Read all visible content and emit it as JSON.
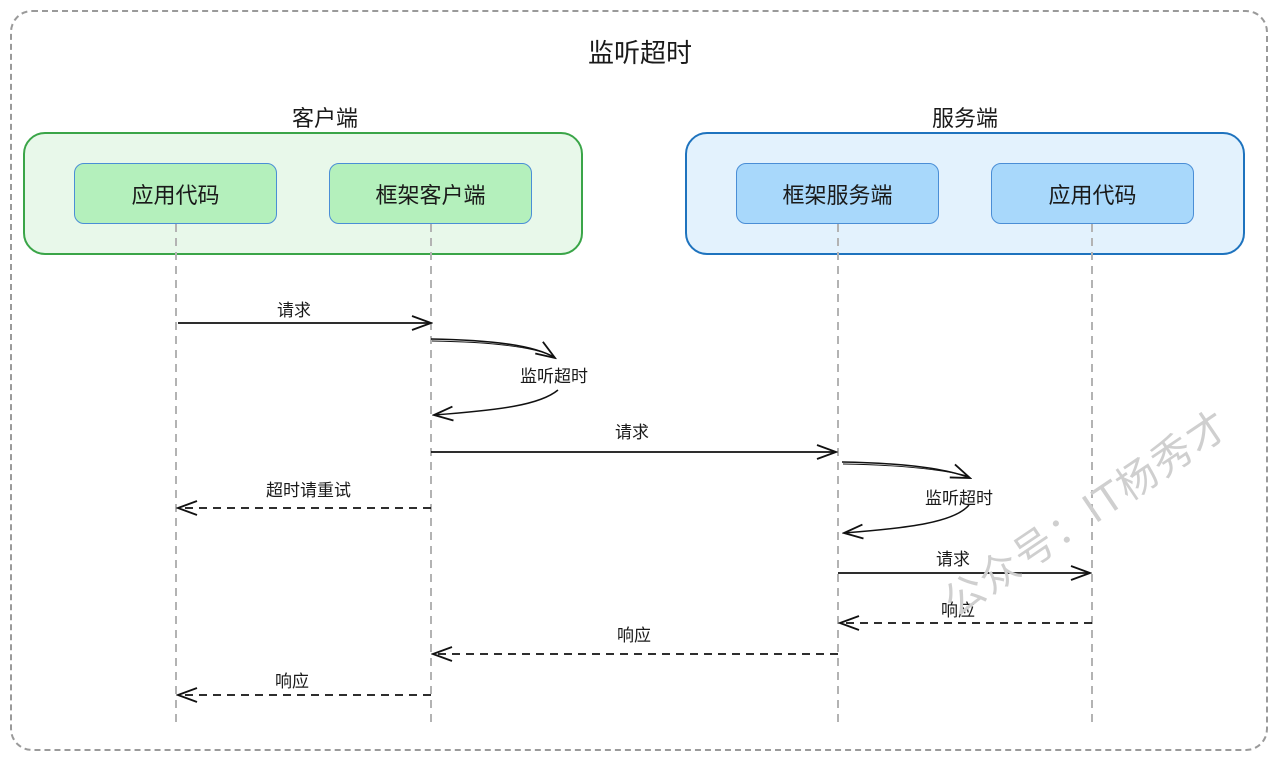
{
  "title": "监听超时",
  "groups": {
    "client": {
      "label": "客户端",
      "participants": [
        "应用代码",
        "框架客户端"
      ]
    },
    "server": {
      "label": "服务端",
      "participants": [
        "框架服务端",
        "应用代码"
      ]
    }
  },
  "messages": [
    {
      "label": "请求",
      "from": "应用代码",
      "to": "框架客户端",
      "style": "solid"
    },
    {
      "label": "监听超时",
      "from": "框架客户端",
      "to": "框架客户端",
      "style": "self"
    },
    {
      "label": "请求",
      "from": "框架客户端",
      "to": "框架服务端",
      "style": "solid"
    },
    {
      "label": "超时请重试",
      "from": "框架客户端",
      "to": "应用代码",
      "style": "dashed"
    },
    {
      "label": "监听超时",
      "from": "框架服务端",
      "to": "框架服务端",
      "style": "self"
    },
    {
      "label": "请求",
      "from": "框架服务端",
      "to": "应用代码",
      "style": "solid"
    },
    {
      "label": "响应",
      "from": "应用代码",
      "to": "框架服务端",
      "style": "dashed"
    },
    {
      "label": "响应",
      "from": "框架服务端",
      "to": "框架客户端",
      "style": "dashed"
    },
    {
      "label": "响应",
      "from": "框架客户端",
      "to": "应用代码",
      "style": "dashed"
    }
  ],
  "watermark": "公众号：IT杨秀才"
}
